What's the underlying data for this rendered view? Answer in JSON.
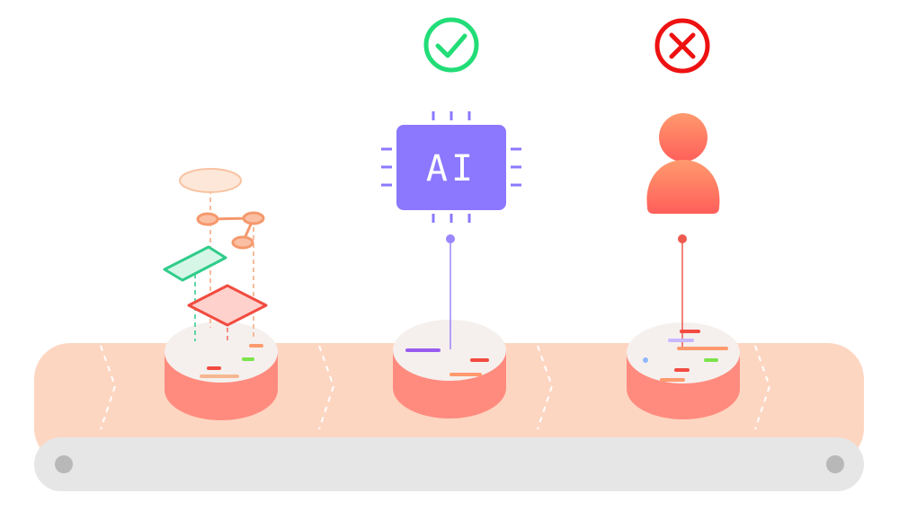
{
  "chip": {
    "label": "AI"
  },
  "status": {
    "approved": {
      "icon": "check-circle-icon",
      "color": "#22dd77"
    },
    "rejected": {
      "icon": "x-circle-icon",
      "color": "#ee1111"
    }
  },
  "colors": {
    "belt": "#fdd6c2",
    "belt_edge": "#f9c8b1",
    "roller": "#e6e6e6",
    "roller_dot": "#b8b8b8",
    "disc_side": "#ff8b7e",
    "disc_top": "#f5f0ee",
    "chip": "#8b78ff",
    "person": "#ff6f5e",
    "ai_connector": "#9a86ff",
    "person_connector": "#ee5a4e"
  },
  "stations": [
    {
      "id": "data",
      "icon": "layers-icon"
    },
    {
      "id": "ai",
      "icon": "chip-icon"
    },
    {
      "id": "human",
      "icon": "person-icon"
    }
  ]
}
